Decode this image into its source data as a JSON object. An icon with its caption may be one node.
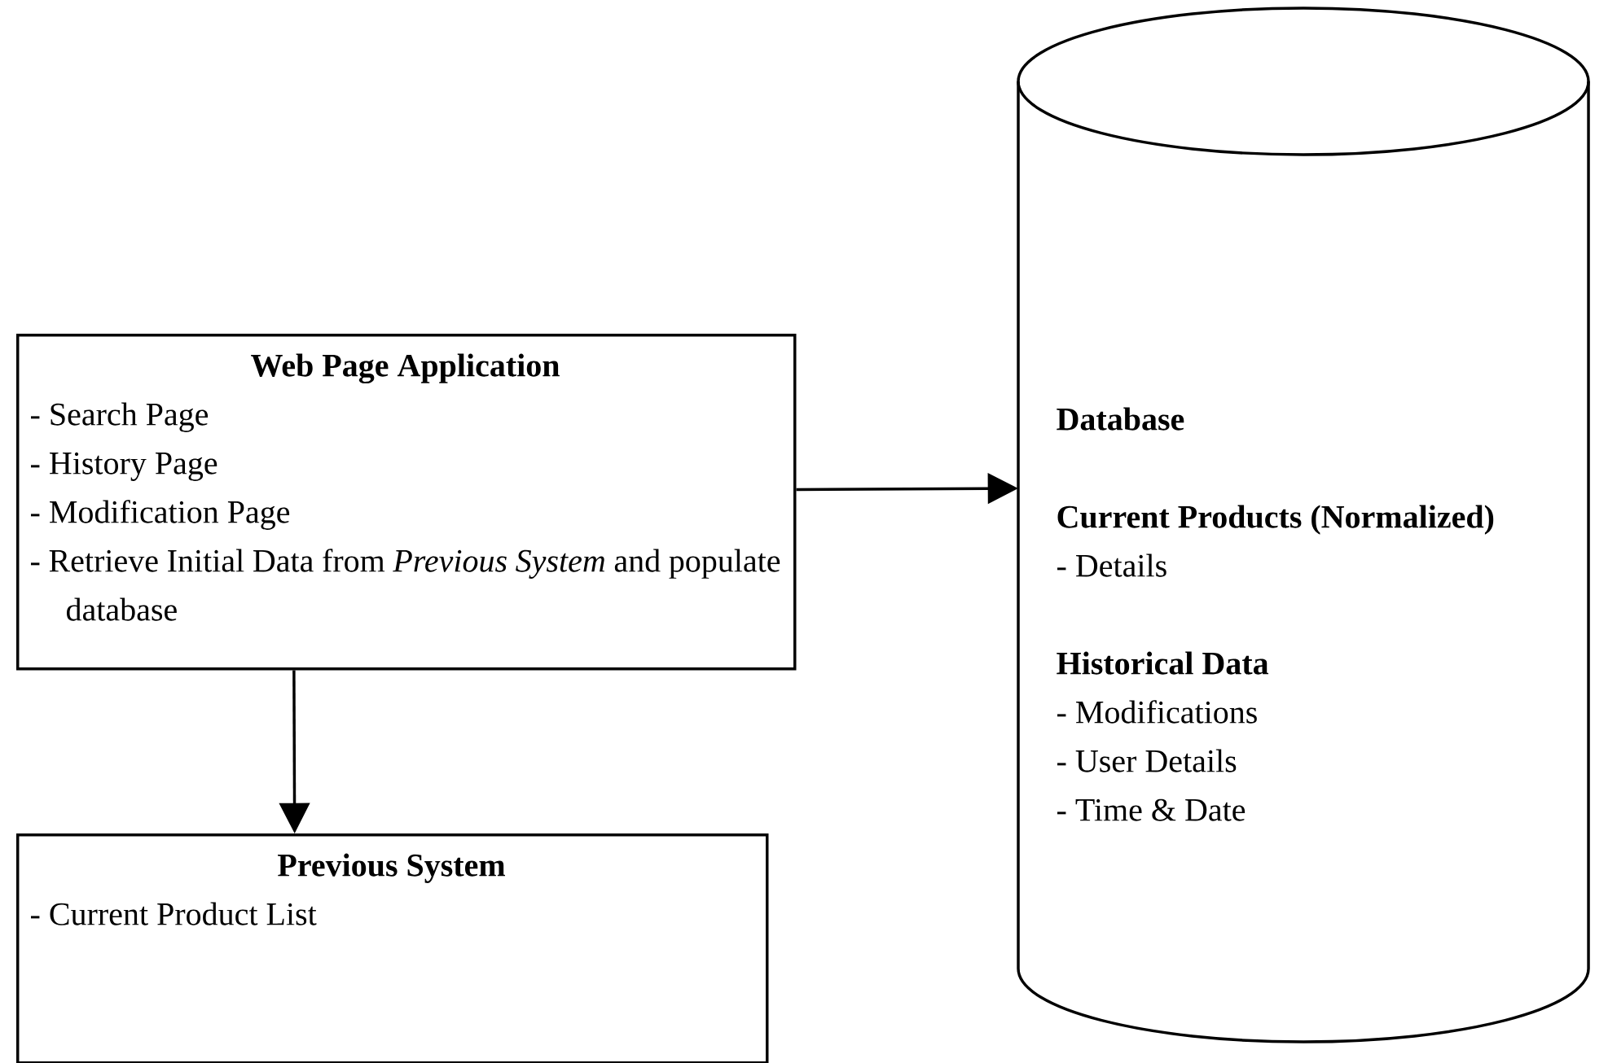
{
  "diagram": {
    "nodes": [
      {
        "text": [
          "Web Page Application",
          "- Search Page",
          "- History Page",
          "- Modification Page",
          "- Retrieve Initial Data from *Previous System* and populate database"
        ]
      },
      {
        "text": [
          "Previous System",
          "- Current Product List"
        ]
      },
      {
        "text": [
          "Database",
          "Current Products (Normalized)",
          "- Details",
          "Historical Data",
          "- Modifications",
          "- User Details",
          "- Time & Date"
        ]
      }
    ],
    "edges": [
      {
        "from": 0,
        "to": 2,
        "arrow": "to"
      },
      {
        "from": 0,
        "to": 1,
        "arrow": "to"
      }
    ]
  }
}
